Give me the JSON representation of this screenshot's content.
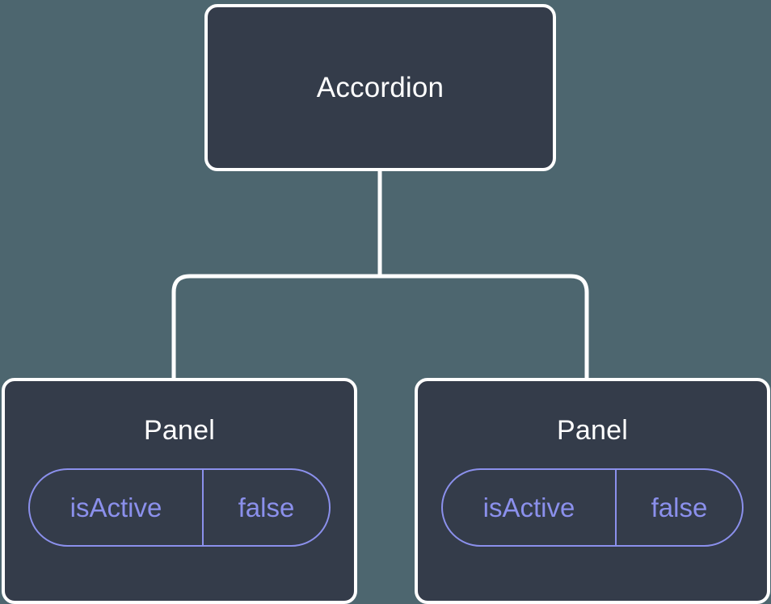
{
  "diagram": {
    "type": "component-tree",
    "background_color": "#4d666f",
    "node_fill_color": "#343c4a",
    "node_border_color": "#ffffff",
    "connector_color": "#ffffff",
    "prop_accent_color": "#8b90ec",
    "root": {
      "label": "Accordion"
    },
    "children": [
      {
        "label": "Panel",
        "props": [
          {
            "key": "isActive",
            "value": "false"
          }
        ]
      },
      {
        "label": "Panel",
        "props": [
          {
            "key": "isActive",
            "value": "false"
          }
        ]
      }
    ]
  }
}
